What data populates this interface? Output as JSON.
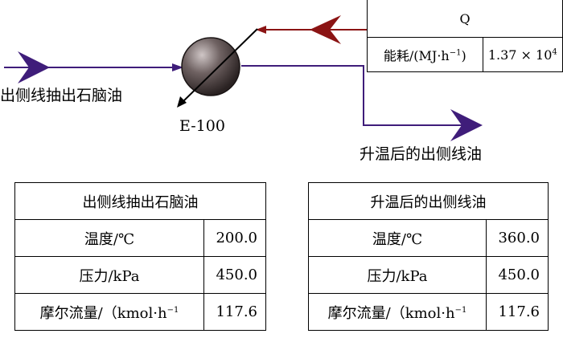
{
  "equipment": {
    "label": "E-100"
  },
  "streams": {
    "inlet": "出侧线抽出石脑油",
    "outlet": "升温后的出侧线油"
  },
  "energy_box": {
    "header": "Q",
    "label": "能耗/(MJ·h",
    "label_sup": "−1",
    "label_tail": ")",
    "value_mant": "1.37 × 10",
    "value_exp": "4"
  },
  "inlet_table": {
    "title": "出侧线抽出石脑油",
    "rows": [
      {
        "label": "温度/℃",
        "value": "200.0"
      },
      {
        "label": "压力/kPa",
        "value": "450.0"
      },
      {
        "label": "摩尔流量/（kmol·h",
        "sup": "−1",
        "value": "117.6"
      }
    ]
  },
  "outlet_table": {
    "title": "升温后的出侧线油",
    "rows": [
      {
        "label": "温度/℃",
        "value": "360.0"
      },
      {
        "label": "压力/kPa",
        "value": "450.0"
      },
      {
        "label": "摩尔流量/（kmol·h",
        "sup": "−1",
        "value": "117.6"
      }
    ]
  },
  "colors": {
    "process_stream": "#3f1d7a",
    "energy_stream": "#8b1414",
    "heater_fill": "#4a3f3f"
  }
}
